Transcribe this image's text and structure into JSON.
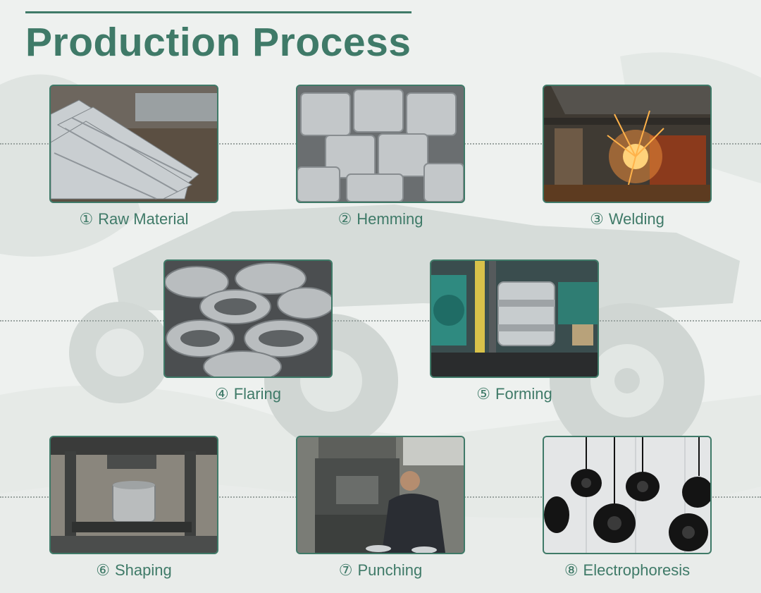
{
  "header": {
    "title": "Production Process"
  },
  "colors": {
    "accent": "#3f7a68",
    "background": "#eef1ef",
    "dotted_line": "#9aa3a0"
  },
  "steps": [
    {
      "number": "①",
      "label": "Raw Material",
      "image": "stacked-metal-strips-photo"
    },
    {
      "number": "②",
      "label": "Hemming",
      "image": "rolled-steel-rings-photo"
    },
    {
      "number": "③",
      "label": "Welding",
      "image": "welding-sparks-photo"
    },
    {
      "number": "④",
      "label": "Flaring",
      "image": "flared-steel-rims-photo"
    },
    {
      "number": "⑤",
      "label": "Forming",
      "image": "rim-forming-machine-photo"
    },
    {
      "number": "⑥",
      "label": "Shaping",
      "image": "hydraulic-press-photo"
    },
    {
      "number": "⑦",
      "label": "Punching",
      "image": "punching-press-worker-photo"
    },
    {
      "number": "⑧",
      "label": "Electrophoresis",
      "image": "black-coated-rims-hanging-photo"
    }
  ]
}
